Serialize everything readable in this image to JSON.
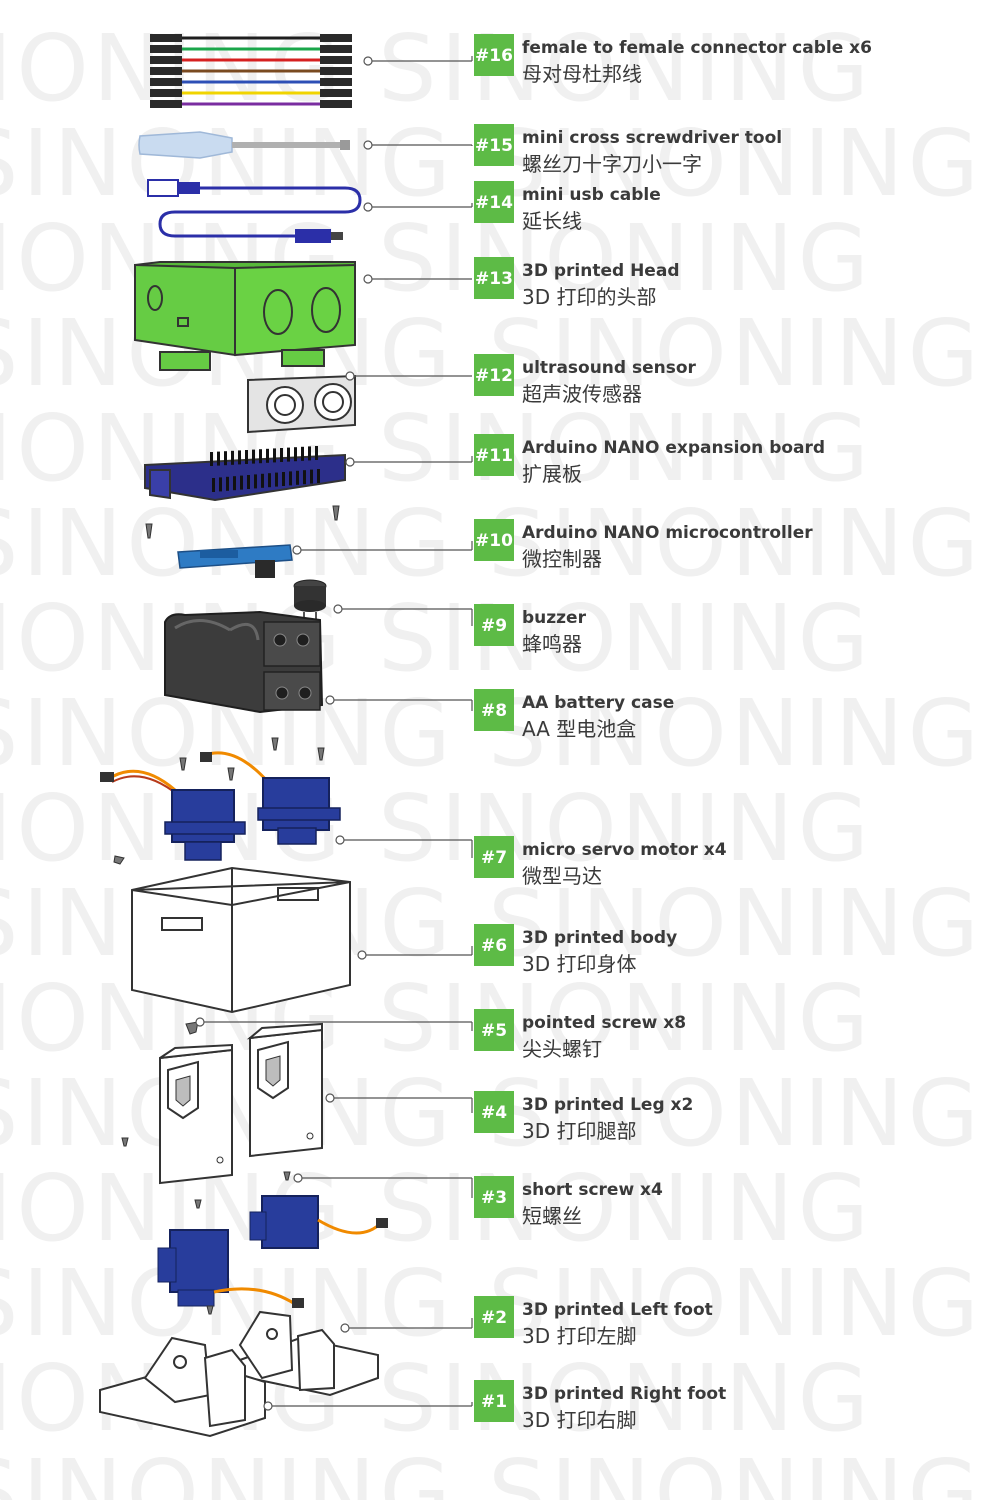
{
  "watermark": "SINONING",
  "colors": {
    "badge": "#5dbb46",
    "green_part": "#66cc44",
    "servo_blue": "#283d9c",
    "battery": "#3a3a3a",
    "leader_line": "#555555"
  },
  "parts": [
    {
      "num": "#16",
      "en": "female to female connector cable x6",
      "zh": "母对母杜邦线"
    },
    {
      "num": "#15",
      "en": "mini cross screwdriver tool",
      "zh": "螺丝刀十字刀小一字"
    },
    {
      "num": "#14",
      "en": "mini usb cable",
      "zh": "延长线"
    },
    {
      "num": "#13",
      "en": "3D printed Head",
      "zh": "3D 打印的头部"
    },
    {
      "num": "#12",
      "en": "ultrasound sensor",
      "zh": "超声波传感器"
    },
    {
      "num": "#11",
      "en": "Arduino NANO expansion board",
      "zh": "扩展板"
    },
    {
      "num": "#10",
      "en": "Arduino NANO microcontroller",
      "zh": "微控制器"
    },
    {
      "num": "#9",
      "en": "buzzer",
      "zh": "蜂鸣器"
    },
    {
      "num": "#8",
      "en": "AA battery case",
      "zh": "AA 型电池盒"
    },
    {
      "num": "#7",
      "en": "micro servo motor x4",
      "zh": "微型马达"
    },
    {
      "num": "#6",
      "en": "3D printed body",
      "zh": "3D 打印身体"
    },
    {
      "num": "#5",
      "en": "pointed screw x8",
      "zh": "尖头螺钉"
    },
    {
      "num": "#4",
      "en": "3D printed Leg x2",
      "zh": "3D 打印腿部"
    },
    {
      "num": "#3",
      "en": "short screw x4",
      "zh": "短螺丝"
    },
    {
      "num": "#2",
      "en": "3D printed Left foot",
      "zh": "3D  打印左脚"
    },
    {
      "num": "#1",
      "en": "3D printed Right foot",
      "zh": "3D 打印右脚"
    }
  ]
}
